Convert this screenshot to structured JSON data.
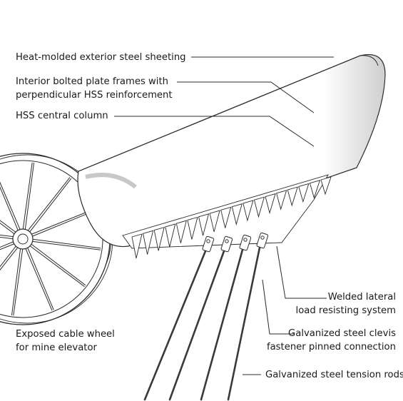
{
  "labels": {
    "exterior_sheeting": [
      "Heat-molded exterior steel sheeting"
    ],
    "plate_frames": [
      "Interior bolted plate frames with",
      "perpendicular HSS reinforcement"
    ],
    "central_column": [
      "HSS central column"
    ],
    "cable_wheel": [
      "Exposed cable wheel",
      "for mine elevator"
    ],
    "lateral_system": [
      "Welded lateral",
      "load resisting system"
    ],
    "clevis": [
      "Galvanized steel clevis",
      "fastener pinned connection"
    ],
    "tension_rods": [
      "Galvanized steel tension rods"
    ]
  },
  "colors": {
    "ink": "#1a1a1a",
    "line": "#2b2b2b",
    "body_fill": "#ffffff",
    "shadow": "#dcdcdc",
    "rod": "#3a3a3a"
  }
}
